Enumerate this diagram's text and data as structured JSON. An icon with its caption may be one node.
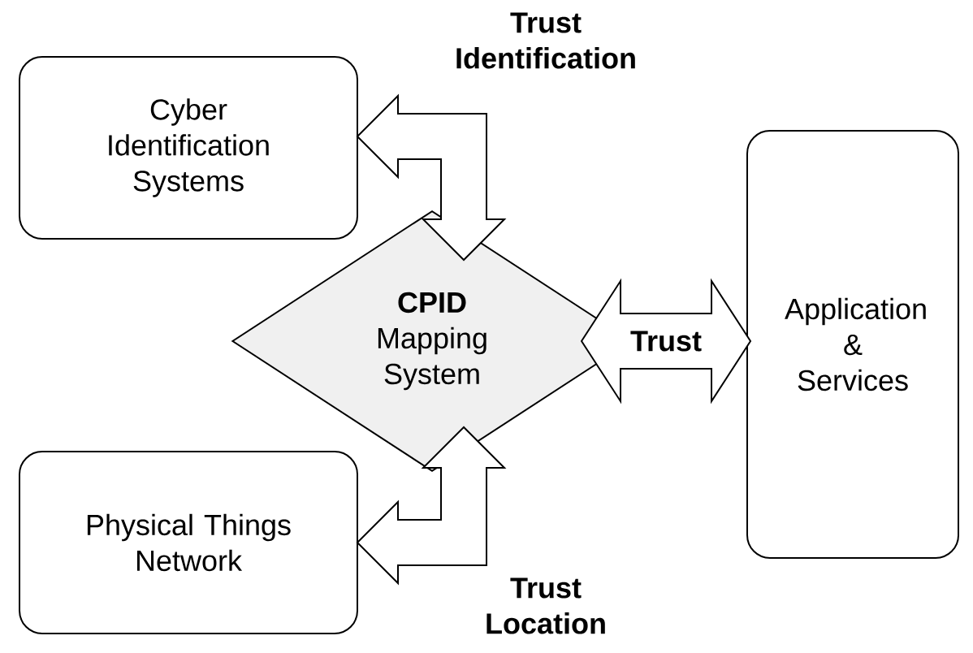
{
  "diagram": {
    "nodes": [
      {
        "text": [
          "Cyber Identification Systems"
        ]
      },
      {
        "text": [
          "CPID",
          "Mapping System"
        ]
      },
      {
        "text": [
          "Physical Things Network"
        ]
      },
      {
        "text": [
          "Application & Services"
        ]
      }
    ],
    "edges": [
      {
        "from": 0,
        "to": 1,
        "arrow": "both",
        "label": "Trust Identification"
      },
      {
        "from": 1,
        "to": 2,
        "arrow": "both",
        "label": "Trust Location"
      },
      {
        "from": 1,
        "to": 3,
        "arrow": "both",
        "label": "Trust"
      }
    ]
  }
}
